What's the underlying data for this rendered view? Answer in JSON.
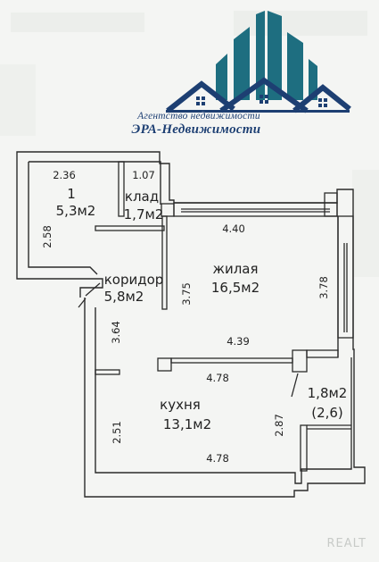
{
  "brand": {
    "agency_line": "Агентство недвижимости",
    "agency_name": "ЭРА-Недвижимости",
    "logo_icon": "city-skyline-roofs-logo",
    "colors": {
      "teal": "#1e6e80",
      "navy": "#1d3f72"
    }
  },
  "watermark": "REALT",
  "rooms": {
    "room1": {
      "number": "1",
      "area": "5,3м2"
    },
    "storage": {
      "name": "клад",
      "area": "1,7м2"
    },
    "corridor": {
      "name": "коридор",
      "area": "5,8м2"
    },
    "living": {
      "name": "жилая",
      "area": "16,5м2"
    },
    "kitchen": {
      "name": "кухня",
      "area": "13,1м2"
    },
    "balcony": {
      "area": "1,8м2",
      "note": "(2,6)"
    }
  },
  "dimensions": {
    "room1_width": "2.36",
    "storage_width": "1.07",
    "room1_depth": "2.58",
    "living_top": "4.40",
    "living_left": "3.75",
    "living_right": "3.78",
    "corridor_depth": "3.64",
    "living_bottom": "4.39",
    "kitchen_top": "4.78",
    "kitchen_left": "2.51",
    "kitchen_right": "2.87",
    "kitchen_bottom": "4.78"
  }
}
